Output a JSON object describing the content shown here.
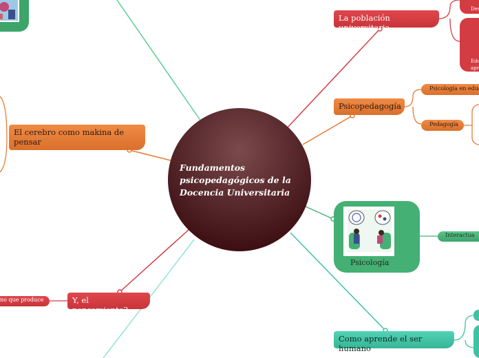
{
  "central": {
    "title": "Fundamentos psicopedagógicos de  la Docencia Universitaria"
  },
  "nodes": {
    "poblacion": "La población universitaria",
    "psicopedagogia": "Psicopedagogía",
    "psicologia_educ": "Psicología en educ",
    "pedagogia": "Pedagogía",
    "cerebro": "El cerebro como makina de pensar",
    "psicologia": "Psicología",
    "interactua": "Interactua",
    "pensamiento": "Y, el pensamiento?",
    "produce": "no que produce",
    "como_aprende": "Como aprende el ser humano",
    "des_fragment": "Des",
    "edu_fragment_1": "Edu",
    "edu_fragment_2": "apr"
  },
  "colors": {
    "central": "#5a1f22",
    "red": "#d33c42",
    "orange": "#e67a36",
    "green": "#45b074",
    "teal": "#3fc2a3",
    "link_green": "#5ccf95"
  }
}
